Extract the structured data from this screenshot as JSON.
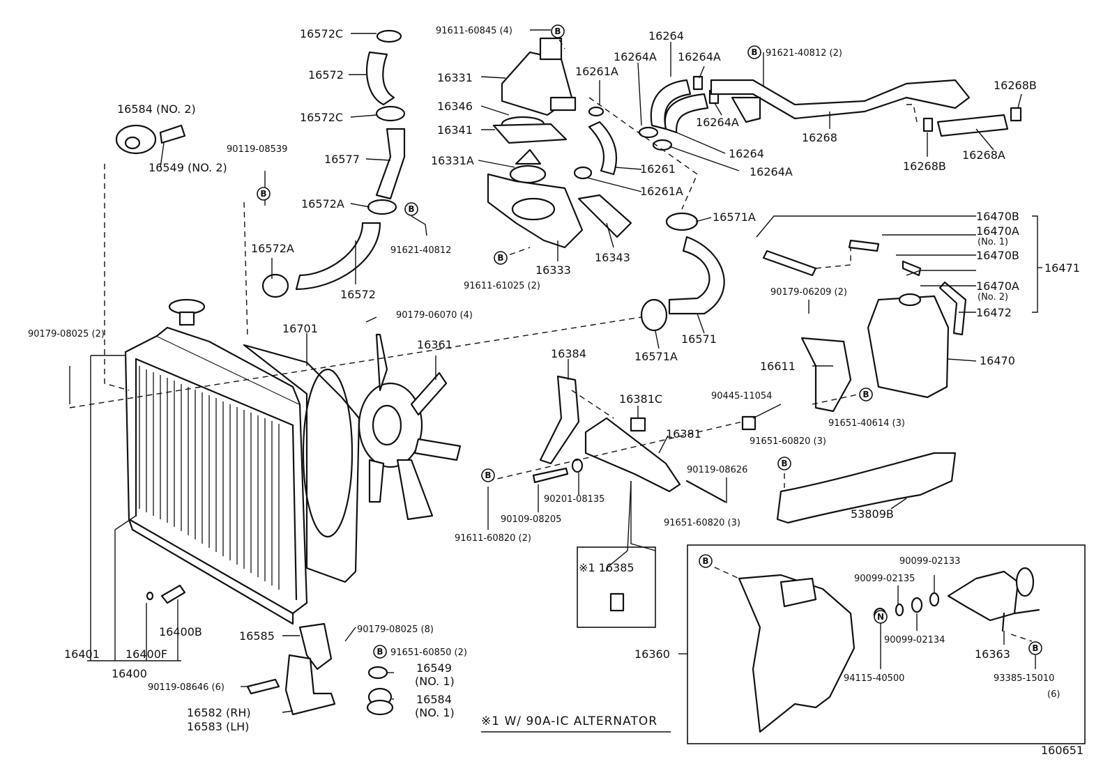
{
  "diagram": {
    "ref_number": "160651",
    "footnote": "※1 W/ 90A-IC ALTERNATOR",
    "ref_mark_b": "B",
    "ref_mark_n": "N",
    "inset_label": "※1 16385",
    "labels": {
      "p16572C_top": "16572C",
      "p16572": "16572",
      "p16572C_mid": "16572C",
      "p16577": "16577",
      "p16572A_r": "16572A",
      "p16572A_l": "16572A",
      "p16572_low": "16572",
      "p91611_60845": "91611-60845 (4)",
      "p16331": "16331",
      "p16346": "16346",
      "p16341": "16341",
      "p16331A": "16331A",
      "p16333": "16333",
      "p91611_61025": "91611-61025 (2)",
      "p91621_40812_a": "91621-40812",
      "p16584_no2": "16584 (NO. 2)",
      "p16549_no2": "16549 (NO. 2)",
      "p90119_08539": "90119-08539",
      "p16261A_top": "16261A",
      "p16261": "16261",
      "p16261A_low": "16261A",
      "p16343": "16343",
      "p16264_top": "16264",
      "p16264A_1": "16264A",
      "p16264A_2": "16264A",
      "p16264A_3": "16264A",
      "p16264_mid": "16264",
      "p16264A_4": "16264A",
      "p91621_40812_b": "91621-40812 (2)",
      "p16268": "16268",
      "p16268B_r": "16268B",
      "p16268B_b": "16268B",
      "p16268A": "16268A",
      "p16571A_top": "16571A",
      "p16571": "16571",
      "p16571A_low": "16571A",
      "p16470B_1": "16470B",
      "p16470A_1": "16470A",
      "p16470A_1_sub": "(No. 1)",
      "p16470B_2": "16470B",
      "p16471": "16471",
      "p16470A_2": "16470A",
      "p16470A_2_sub": "(No. 2)",
      "p16472": "16472",
      "p90179_06209": "90179-06209 (2)",
      "p16470": "16470",
      "p16611": "16611",
      "p91651_40614": "91651-40614 (3)",
      "p90179_08025_a": "90179-08025 (2)",
      "p16701": "16701",
      "p90179_06070": "90179-06070 (4)",
      "p16361": "16361",
      "p16384": "16384",
      "p16381C": "16381C",
      "p16381": "16381",
      "p90445_11054": "90445-11054",
      "p91651_60820_a": "91651-60820 (3)",
      "p90119_08626": "90119-08626",
      "p91651_60820_b": "91651-60820 (3)",
      "p53809B": "53809B",
      "p90201_08135": "90201-08135",
      "p90109_08205": "90109-08205",
      "p91611_60820": "91611-60820 (2)",
      "p16401": "16401",
      "p16400F": "16400F",
      "p16400B": "16400B",
      "p16400": "16400",
      "p16585": "16585",
      "p90179_08025_b": "90179-08025 (8)",
      "p91651_60850": "91651-60850 (2)",
      "p16549_no1": "16549",
      "p16549_no1_sub": "(NO. 1)",
      "p16584_no1": "16584",
      "p16584_no1_sub": "(NO. 1)",
      "p90119_08646": "90119-08646 (6)",
      "p16582": "16582 (RH)",
      "p16583": "16583 (LH)",
      "p16360": "16360",
      "p90099_02133": "90099-02133",
      "p90099_02135": "90099-02135",
      "p90099_02134": "90099-02134",
      "p94115_40500": "94115-40500",
      "p16363": "16363",
      "p93385_15010": "93385-15010",
      "p93385_15010_sub": "(6)"
    }
  }
}
